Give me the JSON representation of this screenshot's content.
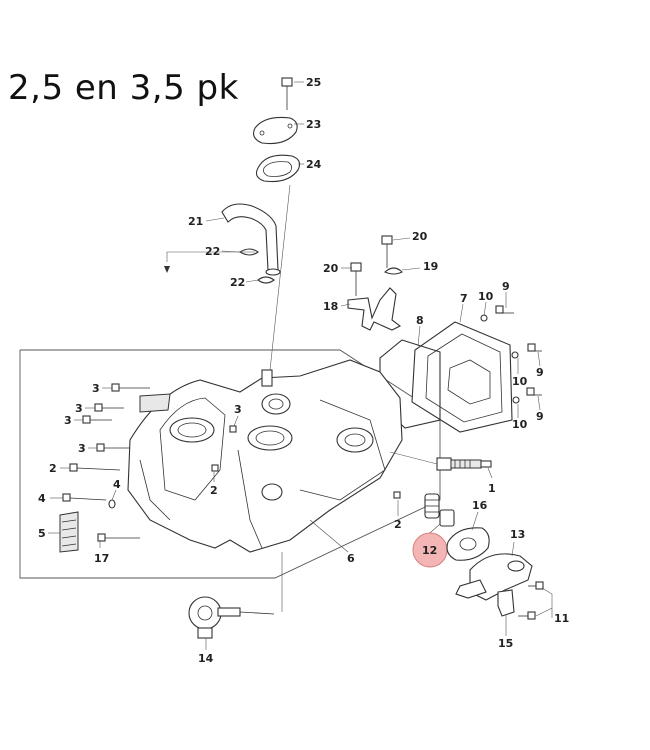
{
  "title": "2,5 en 3,5 pk",
  "highlight_color": "#f3a9a9",
  "callouts": [
    {
      "id": "c25",
      "text": "25"
    },
    {
      "id": "c23",
      "text": "23"
    },
    {
      "id": "c24",
      "text": "24"
    },
    {
      "id": "c21",
      "text": "21"
    },
    {
      "id": "c22a",
      "text": "22"
    },
    {
      "id": "c22b",
      "text": "22"
    },
    {
      "id": "c20a",
      "text": "20"
    },
    {
      "id": "c20b",
      "text": "20"
    },
    {
      "id": "c19",
      "text": "19"
    },
    {
      "id": "c18",
      "text": "18"
    },
    {
      "id": "c7",
      "text": "7"
    },
    {
      "id": "c10a",
      "text": "10"
    },
    {
      "id": "c9a",
      "text": "9"
    },
    {
      "id": "c8",
      "text": "8"
    },
    {
      "id": "c10b",
      "text": "10"
    },
    {
      "id": "c9b",
      "text": "9"
    },
    {
      "id": "c10c",
      "text": "10"
    },
    {
      "id": "c9c",
      "text": "9"
    },
    {
      "id": "c3a",
      "text": "3"
    },
    {
      "id": "c3b",
      "text": "3"
    },
    {
      "id": "c3c",
      "text": "3"
    },
    {
      "id": "c3d",
      "text": "3"
    },
    {
      "id": "c3e",
      "text": "3"
    },
    {
      "id": "c2a",
      "text": "2"
    },
    {
      "id": "c2b",
      "text": "2"
    },
    {
      "id": "c2c",
      "text": "2"
    },
    {
      "id": "c4a",
      "text": "4"
    },
    {
      "id": "c4b",
      "text": "4"
    },
    {
      "id": "c5",
      "text": "5"
    },
    {
      "id": "c6",
      "text": "6"
    },
    {
      "id": "c1",
      "text": "1"
    },
    {
      "id": "c16",
      "text": "16"
    },
    {
      "id": "c13",
      "text": "13"
    },
    {
      "id": "c12",
      "text": "12"
    },
    {
      "id": "c11",
      "text": "11"
    },
    {
      "id": "c15",
      "text": "15"
    },
    {
      "id": "c14",
      "text": "14"
    },
    {
      "id": "c17",
      "text": "17"
    }
  ]
}
